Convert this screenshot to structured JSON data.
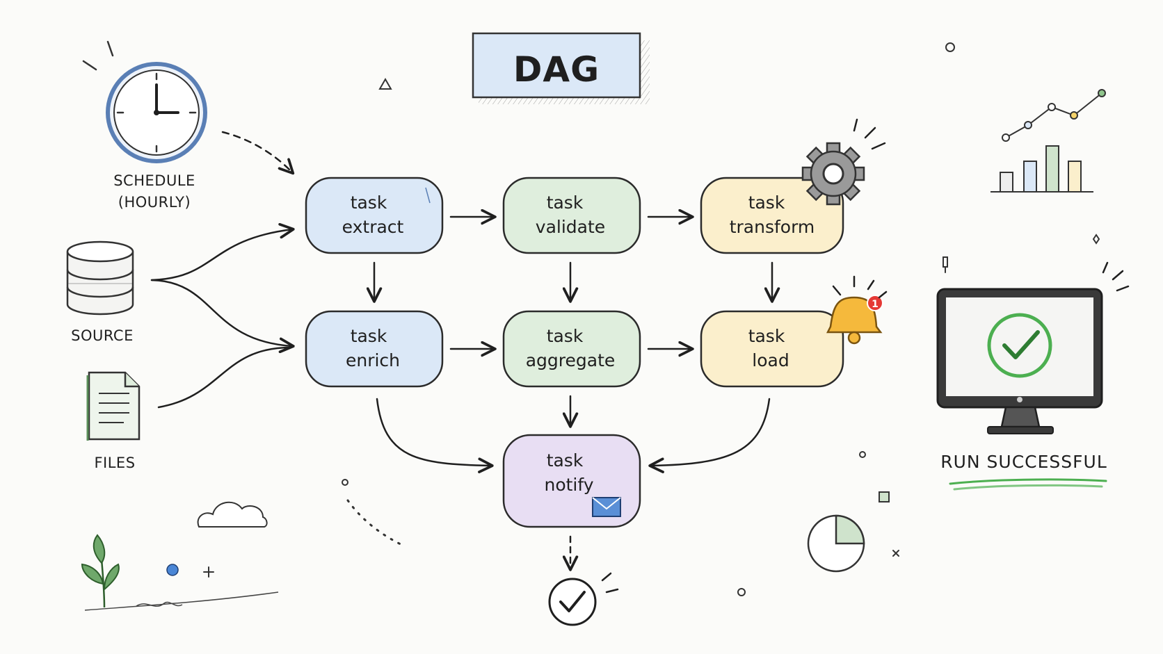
{
  "title": "DAG",
  "inputs": {
    "schedule_line1": "SCHEDULE",
    "schedule_line2": "(HOURLY)",
    "source": "SOURCE",
    "files": "FILES"
  },
  "tasks": {
    "extract": {
      "prefix": "task",
      "name": "extract"
    },
    "validate": {
      "prefix": "task",
      "name": "validate"
    },
    "transform": {
      "prefix": "task",
      "name": "transform"
    },
    "enrich": {
      "prefix": "task",
      "name": "enrich"
    },
    "aggregate": {
      "prefix": "task",
      "name": "aggregate"
    },
    "load": {
      "prefix": "task",
      "name": "load"
    },
    "notify": {
      "prefix": "task",
      "name": "notify"
    }
  },
  "status": {
    "run_label": "RUN SUCCESSFUL",
    "bell_badge": "1"
  },
  "colors": {
    "blue": "#dbe8f7",
    "blue_stroke": "#5a7fb5",
    "green": "#dfeedd",
    "green_stroke": "#5b8f5a",
    "yellow": "#fbefcc",
    "yellow_stroke": "#c9a23f",
    "purple": "#e8def3",
    "purple_stroke": "#8a6fb0",
    "success": "#4caf50",
    "ink": "#1f1f1f"
  },
  "icons": [
    "clock-icon",
    "database-icon",
    "file-icon",
    "gear-icon",
    "bell-icon",
    "envelope-icon",
    "monitor-icon",
    "check-circle-icon",
    "chart-icon",
    "cloud-icon",
    "plant-icon",
    "pie-icon"
  ]
}
